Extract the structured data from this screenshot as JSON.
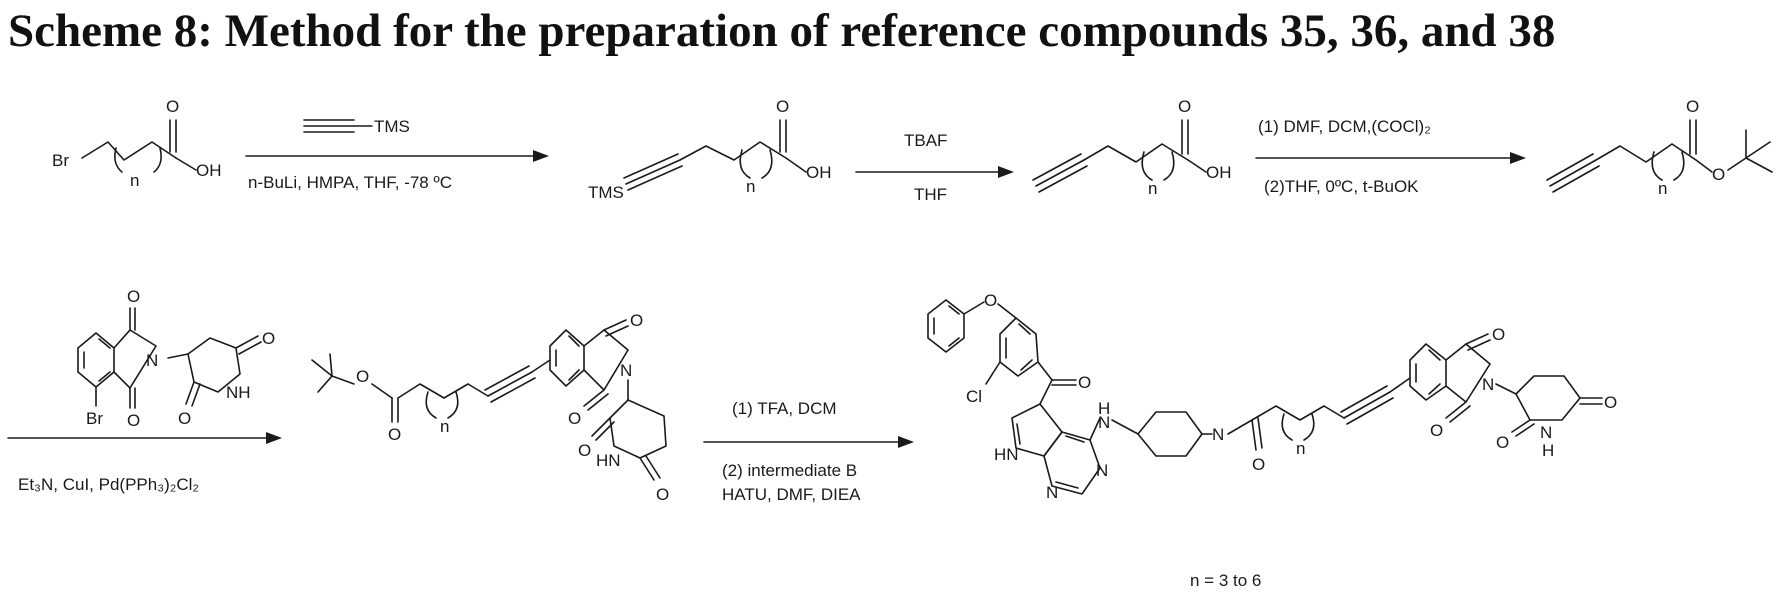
{
  "title": "Scheme 8: Method for the preparation of reference compounds 35, 36, and 38",
  "atoms": {
    "Br": "Br",
    "OH": "OH",
    "O": "O",
    "TMS": "TMS",
    "n": "n",
    "N": "N",
    "NH": "NH",
    "HN": "HN",
    "H": "H",
    "Cl": "Cl"
  },
  "reagents": {
    "step1_above": "TMS",
    "step1_below": "n-BuLi, HMPA, THF, -78 ºC",
    "step2_above": "TBAF",
    "step2_below": "THF",
    "step3_above": "(1) DMF, DCM,(COCl)₂",
    "step3_below": "(2)THF, 0ºC, t-BuOK",
    "step4_below": "Et₃N, CuI, Pd(PPh₃)₂Cl₂",
    "step5_above": "(1) TFA, DCM",
    "step5_below_1": "(2) intermediate B",
    "step5_below_2": "HATU, DMF, DIEA"
  },
  "note": "n = 3 to 6"
}
